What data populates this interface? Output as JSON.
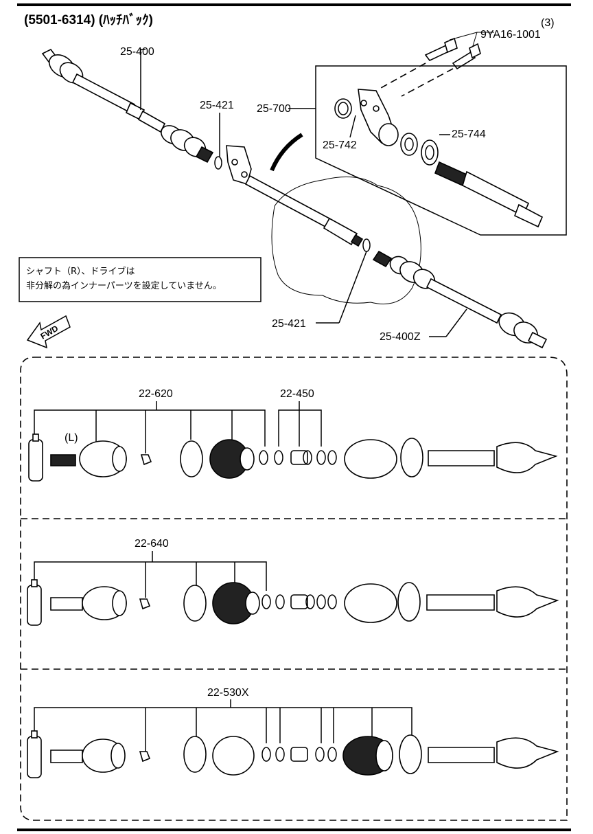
{
  "header": {
    "title": "(5501-6314) (ﾊｯﾁﾊﾞｯｸ)",
    "qty": "(3)",
    "bolt_part": "9YA16-1001"
  },
  "upper_labels": {
    "shaft_left": "25-400",
    "clip_upper": "25-421",
    "bearing_assy": "25-700",
    "seal_742": "25-742",
    "seal_744": "25-744",
    "clip_lower": "25-421",
    "shaft_right": "25-400Z"
  },
  "note": {
    "line1": "シャフト（R）、ドライブは",
    "line2": "非分解の為インナーパーツを設定していません。"
  },
  "fwd": "FWD",
  "kits": [
    {
      "part": "22-620",
      "side": "(L)",
      "part2": "22-450"
    },
    {
      "part": "22-640"
    },
    {
      "part": "22-530X"
    }
  ]
}
